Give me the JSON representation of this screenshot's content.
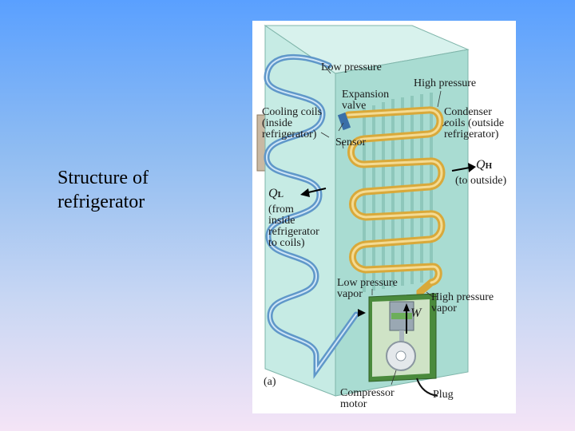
{
  "slide": {
    "caption_line1": "Structure of",
    "caption_line2": "refrigerator"
  },
  "figure": {
    "labels": {
      "low_pressure": "Low pressure",
      "high_pressure": "High pressure",
      "expansion_valve": "Expansion\nvalve",
      "cooling_coils": "Cooling coils\n(inside\nrefrigerator)",
      "sensor": "Sensor",
      "condenser_coils": "Condenser\ncoils (outside\nrefrigerator)",
      "q_h_symbol": "Q",
      "q_h_sub": "H",
      "to_outside": "(to outside)",
      "q_l_symbol": "Q",
      "q_l_sub": "L",
      "from_inside": "(from\ninside\nrefrigerator\nto coils)",
      "low_pressure_vapor": "Low pressure\nvapor",
      "high_pressure_vapor": "High pressure\nvapor",
      "work_symbol": "W",
      "panel_tag": "(a)",
      "compressor_motor": "Compressor\nmotor",
      "plug": "Plug"
    },
    "colors": {
      "cabinet_front": "#a9dcd2",
      "cabinet_side": "#c6ebe4",
      "cabinet_top": "#d8f2ed",
      "cooling_coil": "#5f97c9",
      "condenser_coil": "#d9a93a",
      "compressor_box": "#4a8a3c"
    }
  }
}
